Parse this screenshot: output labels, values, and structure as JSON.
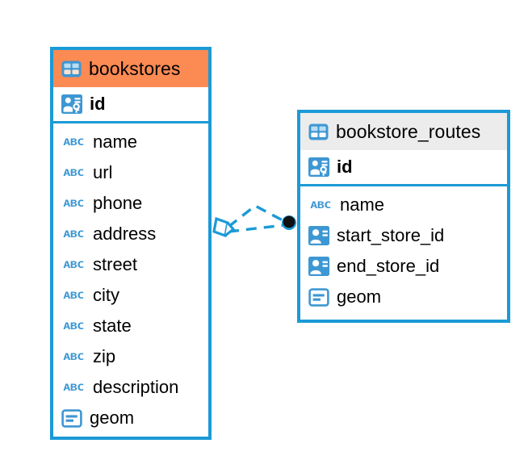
{
  "diagram": {
    "title": "entity-relationship-diagram",
    "colors": {
      "border": "#1b9ad6",
      "header_accent": "#fb8a53",
      "header_neutral": "#ececec",
      "icon_blue": "#3d97d3",
      "connector": "#1b9ad6",
      "endpoint_fill": "#111111",
      "text": "#000000",
      "background": "#ffffff"
    },
    "entities": [
      {
        "name": "bookstores",
        "header_style": "accent",
        "table_icon": "table-icon",
        "primary_key": {
          "label": "id",
          "icon": "primary-key-icon"
        },
        "fields": [
          {
            "label": "name",
            "icon": "text-type-icon",
            "icon_text": "ABC"
          },
          {
            "label": "url",
            "icon": "text-type-icon",
            "icon_text": "ABC"
          },
          {
            "label": "phone",
            "icon": "text-type-icon",
            "icon_text": "ABC"
          },
          {
            "label": "address",
            "icon": "text-type-icon",
            "icon_text": "ABC"
          },
          {
            "label": "street",
            "icon": "text-type-icon",
            "icon_text": "ABC"
          },
          {
            "label": "city",
            "icon": "text-type-icon",
            "icon_text": "ABC"
          },
          {
            "label": "state",
            "icon": "text-type-icon",
            "icon_text": "ABC"
          },
          {
            "label": "zip",
            "icon": "text-type-icon",
            "icon_text": "ABC"
          },
          {
            "label": "description",
            "icon": "text-type-icon",
            "icon_text": "ABC"
          },
          {
            "label": "geom",
            "icon": "geometry-type-icon"
          }
        ]
      },
      {
        "name": "bookstore_routes",
        "header_style": "neutral",
        "table_icon": "table-icon",
        "primary_key": {
          "label": "id",
          "icon": "primary-key-icon"
        },
        "fields": [
          {
            "label": "name",
            "icon": "text-type-icon",
            "icon_text": "ABC"
          },
          {
            "label": "start_store_id",
            "icon": "foreign-key-icon"
          },
          {
            "label": "end_store_id",
            "icon": "foreign-key-icon"
          },
          {
            "label": "geom",
            "icon": "geometry-type-icon"
          }
        ]
      }
    ],
    "relationship": {
      "source_entity": "bookstores",
      "target_entity": "bookstore_routes",
      "source_endpoint": "crows-foot-many-marker",
      "target_endpoint": "filled-circle-marker",
      "line_style": "dashed"
    }
  }
}
